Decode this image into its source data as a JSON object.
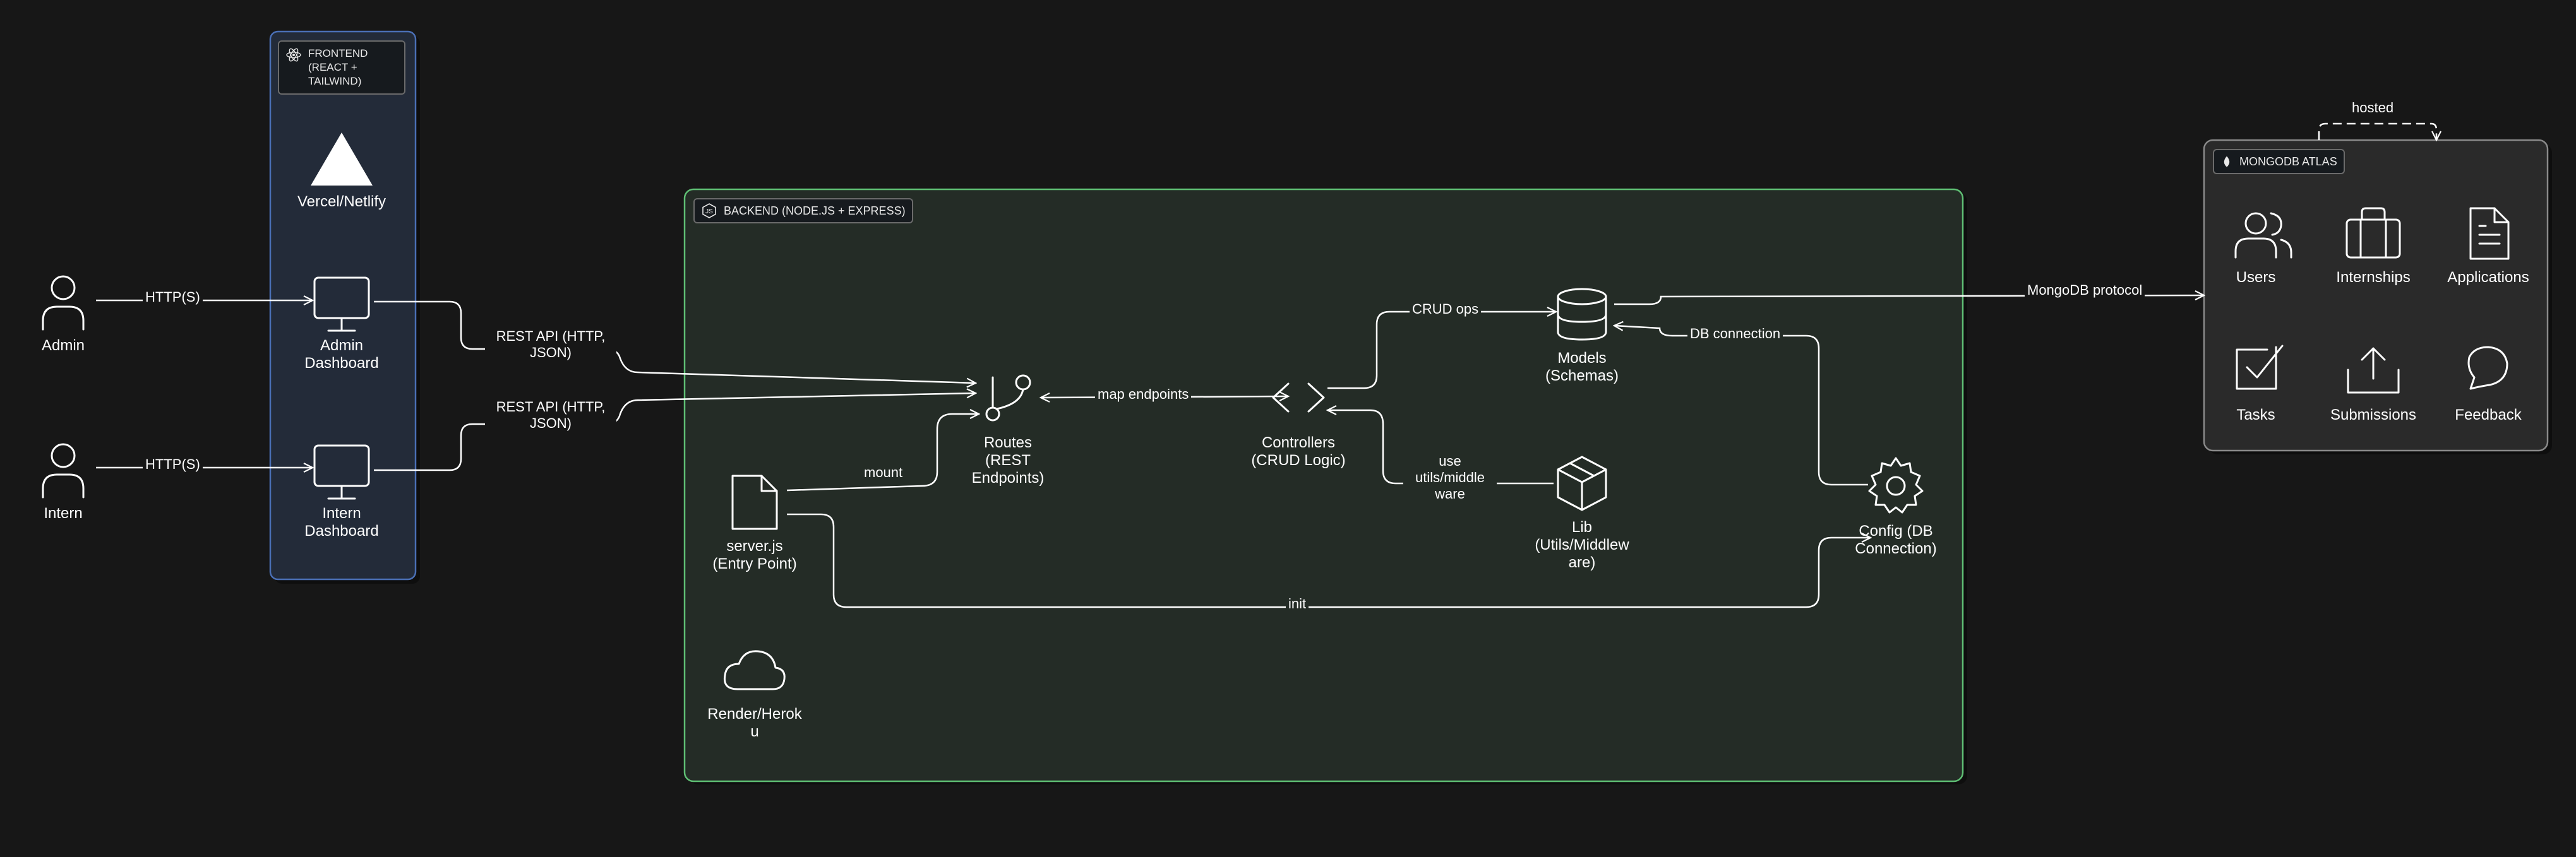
{
  "diagram": {
    "frontend_group": {
      "title": "FRONTEND (REACT + TAILWIND)",
      "line1": "FRONTEND",
      "line2": "(REACT +",
      "line3": "TAILWIND)"
    },
    "backend_group": {
      "title": "BACKEND (NODE.JS + EXPRESS)"
    },
    "mongodb_group": {
      "title": "MONGODB ATLAS"
    },
    "actors": {
      "admin": "Admin",
      "intern": "Intern"
    },
    "frontend_nodes": {
      "vercel": "Vercel/Netlify",
      "admin_dashboard_1": "Admin",
      "admin_dashboard_2": "Dashboard",
      "intern_dashboard_1": "Intern",
      "intern_dashboard_2": "Dashboard"
    },
    "backend_nodes": {
      "server_1": "server.js",
      "server_2": "(Entry Point)",
      "routes_1": "Routes",
      "routes_2": "(REST",
      "routes_3": "Endpoints)",
      "controllers_1": "Controllers",
      "controllers_2": "(CRUD Logic)",
      "models_1": "Models",
      "models_2": "(Schemas)",
      "lib_1": "Lib",
      "lib_2": "(Utils/Middlew",
      "lib_3": "are)",
      "config_1": "Config (DB",
      "config_2": "Connection)",
      "render_1": "Render/Herok",
      "render_2": "u"
    },
    "mongodb_nodes": {
      "users": "Users",
      "internships": "Internships",
      "applications": "Applications",
      "tasks": "Tasks",
      "submissions": "Submissions",
      "feedback": "Feedback"
    },
    "edges": {
      "admin_http": "HTTP(S)",
      "intern_http": "HTTP(S)",
      "rest_admin_1": "REST API (HTTP,",
      "rest_admin_2": "JSON)",
      "rest_intern_1": "REST API (HTTP,",
      "rest_intern_2": "JSON)",
      "mount": "mount",
      "map_endpoints": "map endpoints",
      "crud_ops": "CRUD ops",
      "use_1": "use",
      "use_2": "utils/middle",
      "use_3": "ware",
      "db_connection": "DB connection",
      "init": "init",
      "mongodb_protocol": "MongoDB protocol",
      "hosted": "hosted"
    },
    "colors": {
      "background": "#171717",
      "frontend_fill": "#232b39",
      "frontend_border": "#4a6fb5",
      "backend_fill": "#242c26",
      "backend_border": "#5fbf74",
      "mongodb_fill": "#2a2a2a",
      "mongodb_border": "#8a8a8a",
      "line": "#ffffff"
    }
  }
}
